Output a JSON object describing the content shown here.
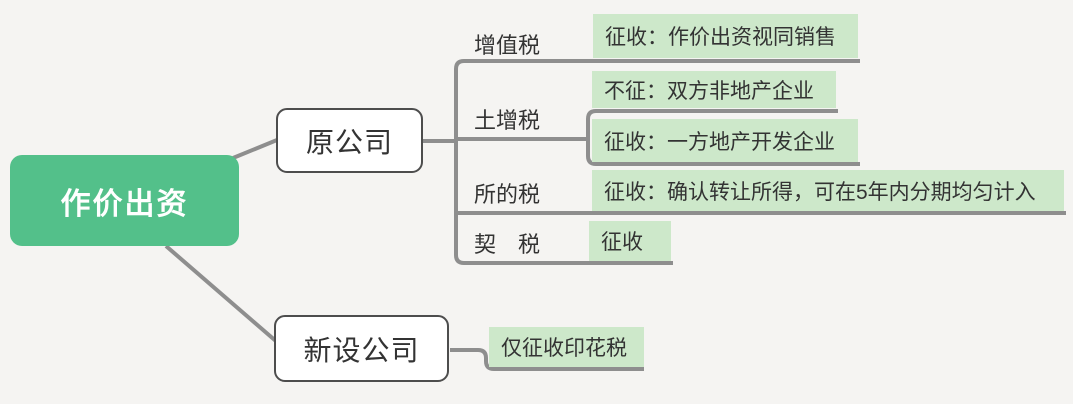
{
  "palette": {
    "background": "#F5F4F2",
    "root_fill": "#53C08A",
    "root_text": "#FFFFFF",
    "topic_fill": "#FFFFFF",
    "topic_border": "#4D4D4D",
    "note_fill": "#CDE8CA",
    "connector_line": "#8E8E8E",
    "text": "#333333"
  },
  "root": {
    "label": "作价出资"
  },
  "branches": {
    "original": {
      "label": "原公司",
      "taxes": [
        {
          "name": "增值税",
          "notes": [
            "征收：作价出资视同销售"
          ]
        },
        {
          "name": "土增税",
          "notes": [
            "不征：双方非地产企业",
            "征收：一方地产开发企业"
          ]
        },
        {
          "name": "所的税",
          "notes": [
            "征收：确认转让所得，可在5年内分期均匀计入"
          ]
        },
        {
          "name": "契　税",
          "notes": [
            "征收"
          ]
        }
      ]
    },
    "new": {
      "label": "新设公司",
      "notes": [
        "仅征收印花税"
      ]
    }
  }
}
